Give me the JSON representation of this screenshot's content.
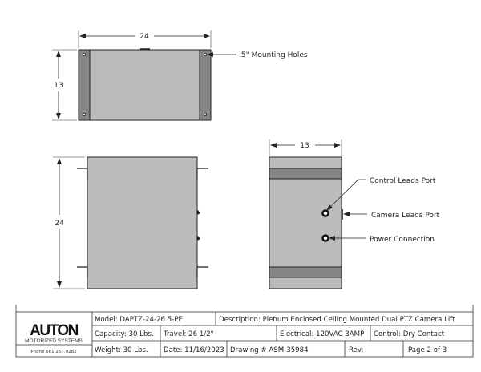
{
  "top_view": {
    "width_dim": "24",
    "height_dim": "13",
    "callout": ".5\" Mounting Holes"
  },
  "front_view": {
    "height_dim": "24"
  },
  "side_view": {
    "width_dim": "13",
    "callouts": [
      "Control Leads Port",
      "Camera Leads Port",
      "Power Connection"
    ]
  },
  "title_block": {
    "logo": "AUTON",
    "logo_sub": "MOTORIZED SYSTEMS",
    "phone": "Phone 661.257.9282",
    "model": "Model:  DAPTZ-24-26.5-PE",
    "description": "Description:  Plenum Enclosed Ceiling Mounted Dual PTZ Camera Lift",
    "capacity": "Capacity:  30 Lbs.",
    "travel": "Travel:  26 1/2\"",
    "electrical": "Electrical: 120VAC  3AMP",
    "control": "Control: Dry Contact",
    "weight": "Weight: 30 Lbs.",
    "date": "Date: 11/16/2023",
    "drawing": "Drawing # ASM-35984",
    "rev": "Rev:",
    "page": "Page 2  of  3"
  },
  "colors": {
    "body": "#bcbcbc",
    "band": "#858585",
    "line": "#222222"
  }
}
